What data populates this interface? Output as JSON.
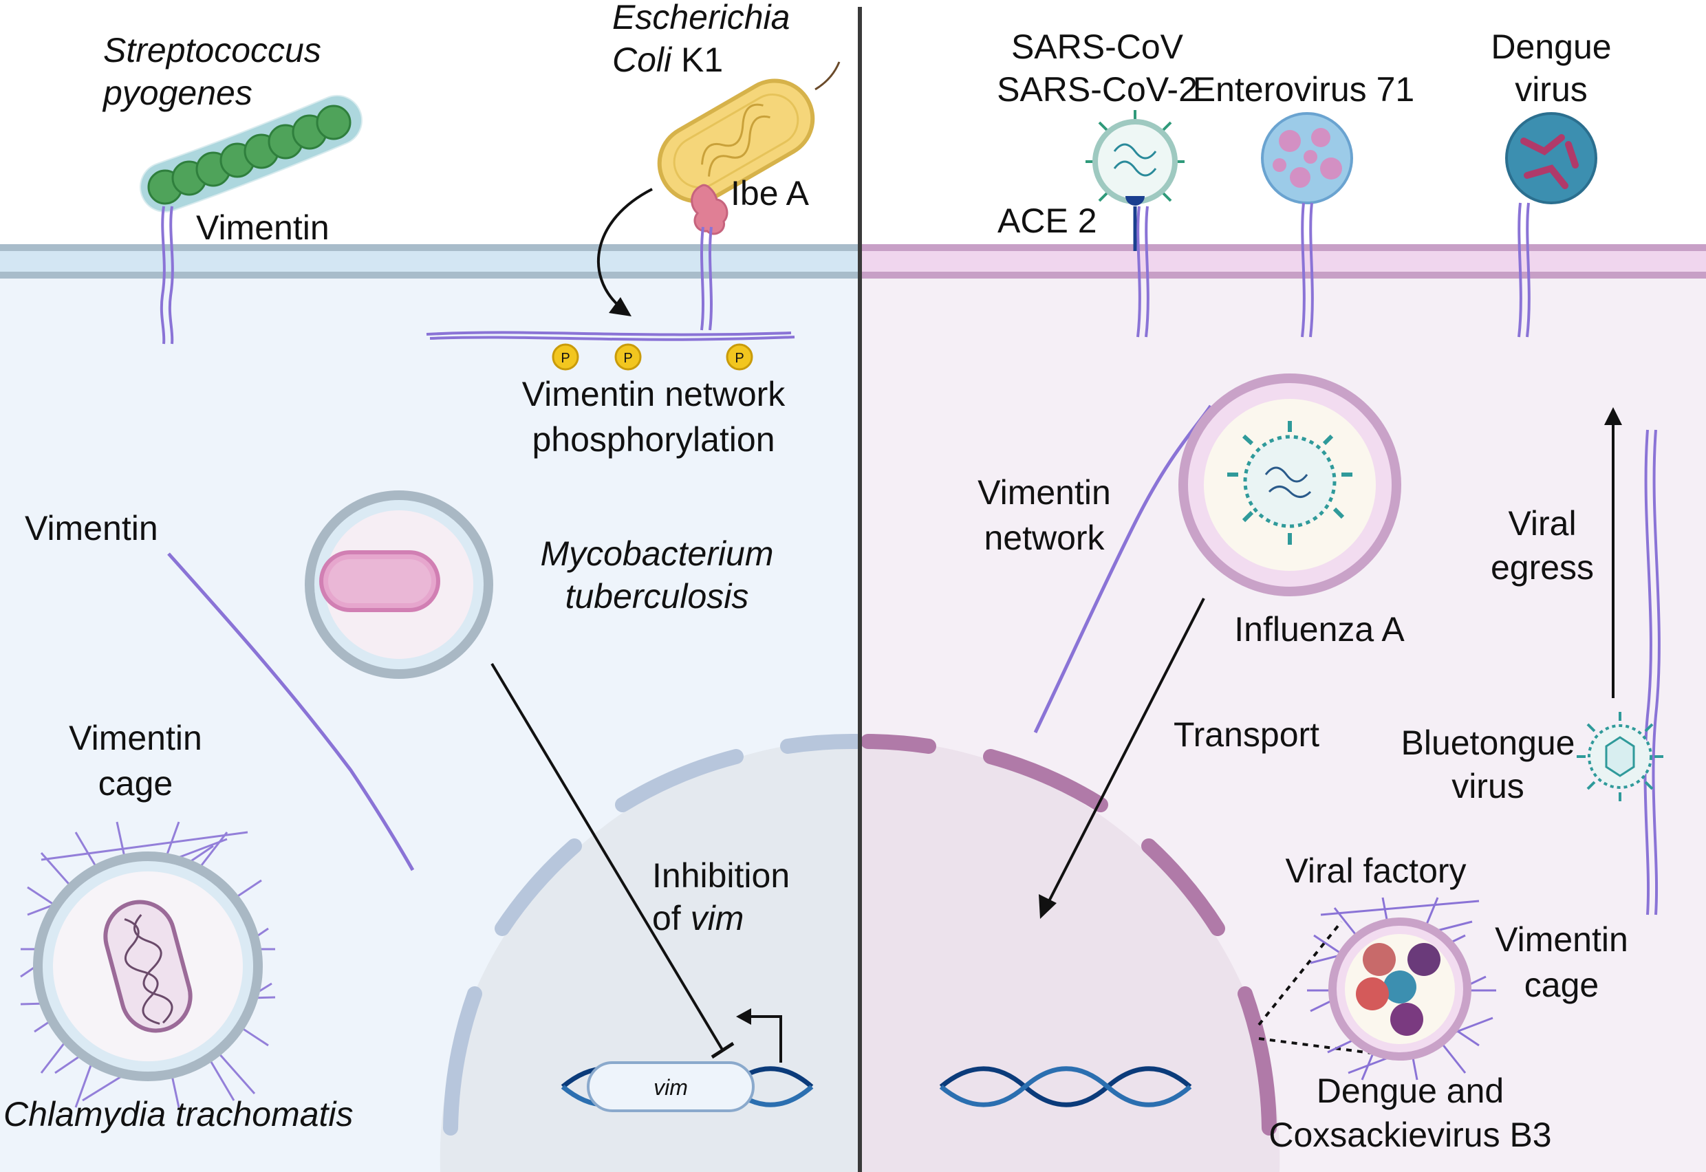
{
  "left": {
    "streptococcus": [
      "Streptococcus",
      "pyogenes"
    ],
    "vimentin_top": "Vimentin",
    "ecoli_line1": "Escherichia",
    "ecoli_line2_italic": "Coli",
    "ecoli_line2_rest": " K1",
    "ibe_a": "Ibe A",
    "phospho_badge": "P",
    "network_phospho": [
      "Vimentin network",
      "phosphorylation"
    ],
    "vimentin_mid": "Vimentin",
    "mycobacterium": [
      "Mycobacterium",
      "tuberculosis"
    ],
    "vimentin_cage": [
      "Vimentin",
      "cage"
    ],
    "chlamydia": "Chlamydia trachomatis",
    "inhibition_line1": "Inhibition",
    "inhibition_line2_prefix": "of ",
    "inhibition_line2_italic": "vim",
    "gene_label": "vim"
  },
  "right": {
    "sars": [
      "SARS-CoV",
      "SARS-CoV-2"
    ],
    "ace2": "ACE 2",
    "enterovirus": "Enterovirus 71",
    "dengue": [
      "Dengue",
      "virus"
    ],
    "vimentin_network": [
      "Vimentin",
      "network"
    ],
    "influenza": "Influenza A",
    "transport": "Transport",
    "viral_egress": [
      "Viral",
      "egress"
    ],
    "bluetongue": [
      "Bluetongue",
      "virus"
    ],
    "viral_factory": "Viral factory",
    "vimentin_cage": [
      "Vimentin",
      "cage"
    ],
    "dengue_coxsackie": [
      "Dengue and",
      "Coxsackievirus B3"
    ]
  },
  "colors": {
    "left_bg": "#eef4fb",
    "right_bg": "#f5eff6",
    "vimentin": "#8a73d6",
    "divider": "#3a3a3a"
  }
}
